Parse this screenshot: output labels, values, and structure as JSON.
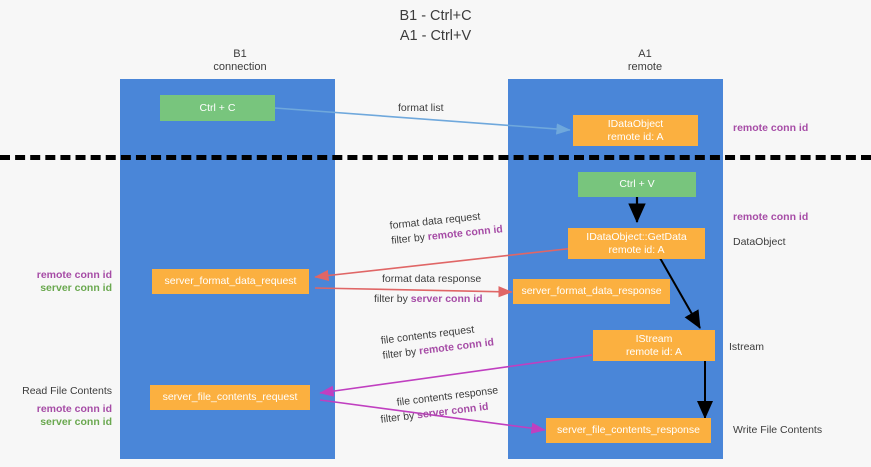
{
  "title": {
    "line1": "B1 - Ctrl+C",
    "line2": "A1 - Ctrl+V"
  },
  "columns": [
    {
      "name": "B1",
      "role": "connection"
    },
    {
      "name": "A1",
      "role": "remote"
    }
  ],
  "boxes": {
    "ctrl_c": {
      "label": "Ctrl + C",
      "color": "#78c57d"
    },
    "ctrl_v": {
      "label": "Ctrl + V",
      "color": "#78c57d"
    },
    "idataobject": {
      "line1": "IDataObject",
      "line2": "remote id: A",
      "color": "#fbb040"
    },
    "getdata": {
      "line1": "IDataObject::GetData",
      "line2": "remote id: A",
      "color": "#fbb040"
    },
    "istream": {
      "line1": "IStream",
      "line2": "remote id: A",
      "color": "#fbb040"
    },
    "server_format_data_request": {
      "label": "server_format_data_request",
      "color": "#fbb040"
    },
    "server_format_data_response": {
      "label": "server_format_data_response",
      "color": "#fbb040"
    },
    "server_file_contents_request": {
      "label": "server_file_contents_request",
      "color": "#fbb040"
    },
    "server_file_contents_response": {
      "label": "server_file_contents_response",
      "color": "#fbb040"
    }
  },
  "edges": {
    "format_list": {
      "label": "format list"
    },
    "format_data_request": {
      "line1": "format data request",
      "filter_prefix": "filter by ",
      "filter_key": "remote conn id"
    },
    "format_data_response": {
      "line1": "format data response",
      "filter_prefix": "filter by ",
      "filter_key": "server conn id"
    },
    "file_contents_request": {
      "line1": "file contents request",
      "filter_prefix": "filter by ",
      "filter_key": "remote conn id"
    },
    "file_contents_response": {
      "line1": "file contents response",
      "filter_prefix": "filter by ",
      "filter_key": "server conn id"
    }
  },
  "annotations": {
    "right_top_conn": "remote conn id",
    "right_mid_conn": "remote conn id",
    "dataobject": "DataObject",
    "istream": "Istream",
    "write_file_contents": "Write File Contents",
    "read_file_contents": "Read File Contents",
    "left_mid_remote": "remote conn id",
    "left_mid_server": "server conn id",
    "left_bottom_remote": "remote conn id",
    "left_bottom_server": "server conn id"
  },
  "colors": {
    "lane": "#4a86d8",
    "green_box": "#78c57d",
    "orange_box": "#fbb040",
    "purple_text": "#a64ca6",
    "green_text": "#6aa84f",
    "arrow_blue": "#6fa8dc",
    "arrow_red": "#e06666",
    "arrow_magenta": "#c03fc0",
    "arrow_black": "#000000",
    "background": "#f7f7f7"
  }
}
